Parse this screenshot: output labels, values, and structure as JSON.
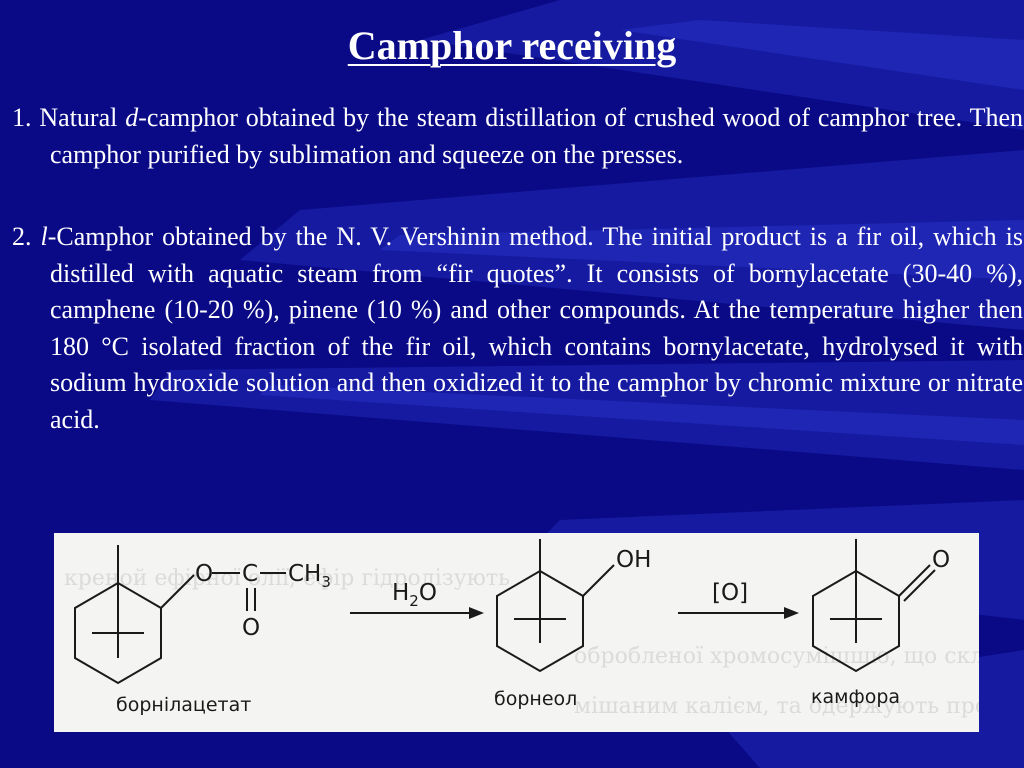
{
  "slide": {
    "title": "Camphor receiving",
    "paragraphs": [
      {
        "number": "1.",
        "pre": "Natural ",
        "italic": "d",
        "text": "-camphor obtained by the steam distillation of crushed wood of camphor tree. Then camphor purified by sublimation and squeeze on the presses."
      },
      {
        "number": "2.",
        "pre": "",
        "italic": "l",
        "text": "-Camphor obtained by the N. V. Vershinin method. The initial product is a fir oil, which is distilled with aquatic steam from “fir quotes”. It consists of bornylacetate (30-40 %), camphene (10-20 %), pinene (10 %) and other compounds. At the temperature higher then 180 °C isolated fraction of the fir oil, which contains bornylacetate, hydrolysed it with sodium hydroxide solution and then oxidized it to the camphor by chromic mixture or nitrate acid."
      }
    ]
  },
  "scheme": {
    "reactant_label": "борнілацетат",
    "intermediate_label": "борнеол",
    "product_label": "камфора",
    "reagent_1": "H",
    "reagent_1_sub": "2",
    "reagent_1_tail": "O",
    "reagent_2": "[O]",
    "ester_o": "O",
    "ester_c": "C",
    "ester_ch": "CH",
    "ester_ch_sub": "3",
    "carbonyl_o": "O",
    "hydroxyl": "OH",
    "ketone_o": "O",
    "bleed_through": [
      "креной ефірної олії, ефір гідролізують",
      "обробленої хромосумішшю, що складається з",
      "мішаним калієм, та одержують продукт"
    ]
  },
  "colors": {
    "background": "#0b0b8a",
    "ray": "#2b35c9",
    "text": "#ffffff",
    "figure_bg": "#f4f4f2",
    "ink": "#1a1a1a"
  }
}
